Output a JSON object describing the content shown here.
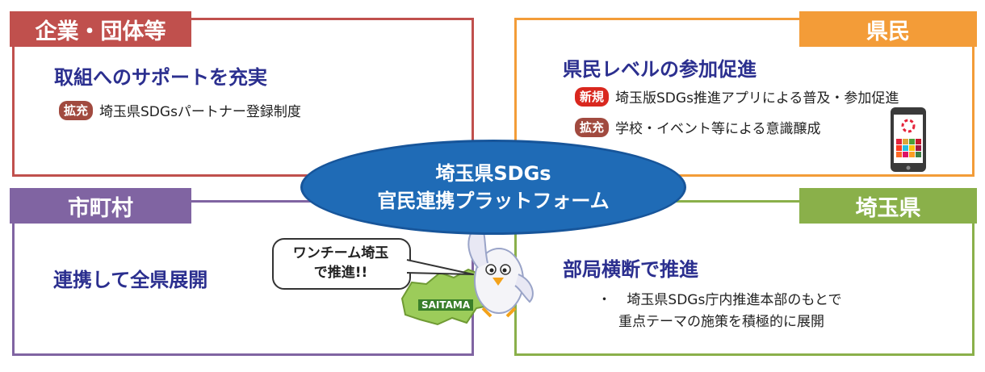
{
  "colors": {
    "corp": "#c0504d",
    "citizen": "#f39c38",
    "city": "#8064a2",
    "prefecture": "#8ab04a",
    "platform": "#1f6bb6",
    "heading": "#2b2f8f",
    "badge_red": "#d9271e",
    "badge_brown": "#a14a3f"
  },
  "platform": {
    "line1": "埼玉県SDGs",
    "line2": "官民連携プラットフォーム"
  },
  "corp": {
    "tag": "企業・団体等",
    "heading": "取組へのサポートを充実",
    "items": [
      {
        "badge": "拡充",
        "text": "埼玉県SDGsパートナー登録制度"
      }
    ]
  },
  "citizen": {
    "tag": "県民",
    "heading": "県民レベルの参加促進",
    "items": [
      {
        "badge": "新規",
        "text": "埼玉版SDGs推進アプリによる普及・参加促進"
      },
      {
        "badge": "拡充",
        "text": "学校・イベント等による意識醸成"
      }
    ]
  },
  "city": {
    "tag": "市町村",
    "heading": "連携して全県展開"
  },
  "prefecture": {
    "tag": "埼玉県",
    "heading": "部局横断で推進",
    "bullet": "・",
    "line1": "埼玉県SDGs庁内推進本部のもとで",
    "line2": "重点テーマの施策を積極的に展開"
  },
  "bubble": {
    "line1": "ワンチーム埼玉",
    "line2": "で推進!!"
  },
  "map_label": "SAITAMA",
  "icons": [
    "smartphone-icon",
    "sdgs-wheel-icon",
    "mascot-bird-icon",
    "saitama-map-icon"
  ]
}
